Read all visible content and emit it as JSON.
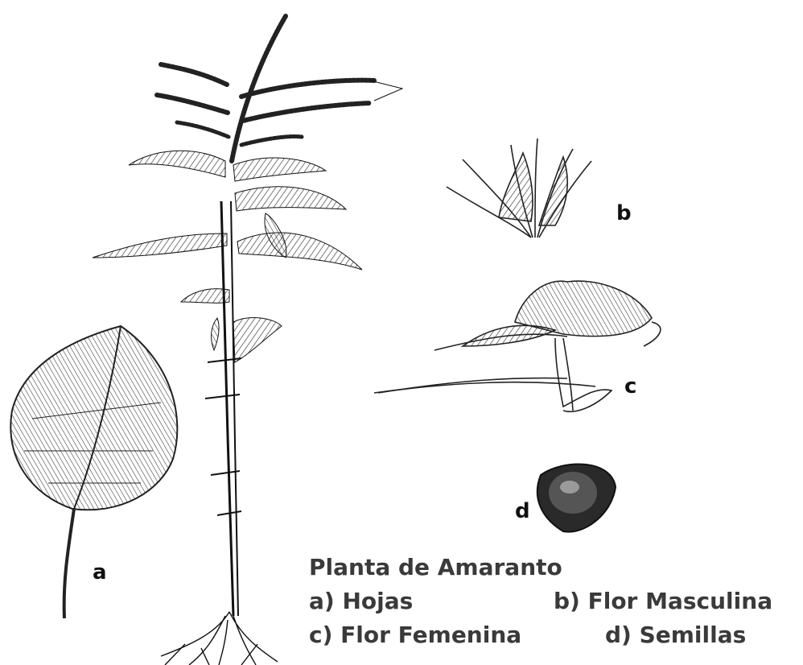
{
  "labels": {
    "a": "a",
    "b": "b",
    "c": "c",
    "d": "d"
  },
  "legend": {
    "title": "Planta de Amaranto",
    "items": [
      "a) Hojas",
      "b) Flor Masculina",
      "c) Flor Femenina",
      "d) Semillas"
    ]
  },
  "colors": {
    "ink": "#111111",
    "legend_text": "#3a3a3a",
    "background": "#ffffff"
  }
}
